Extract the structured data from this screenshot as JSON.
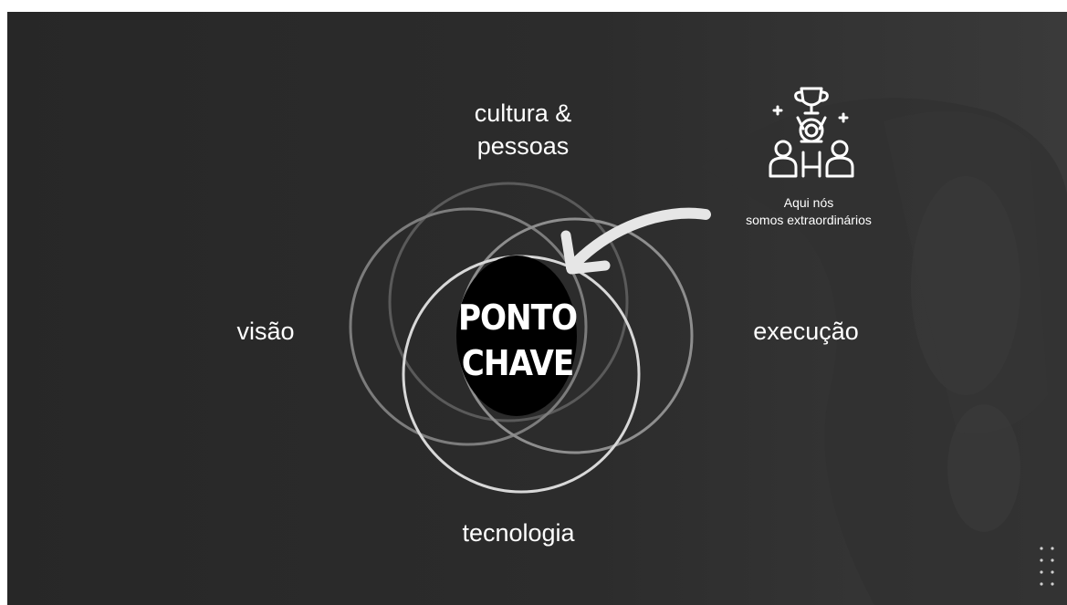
{
  "venn": {
    "circles": [
      {
        "label": "cultura & pessoas"
      },
      {
        "label": "visão"
      },
      {
        "label": "execução"
      },
      {
        "label": "tecnologia"
      }
    ],
    "labels": {
      "top": "cultura &\npessoas",
      "left": "visão",
      "right": "execução",
      "bottom": "tecnologia"
    },
    "center": {
      "line1": "PONTO",
      "line2": "CHAVE"
    }
  },
  "callout": {
    "icon": "trophy-team-icon",
    "caption_line1": "Aqui nós",
    "caption_line2": "somos extraordinários"
  },
  "colors": {
    "background": "#272727",
    "text": "#ffffff",
    "center_fill": "#000000"
  }
}
